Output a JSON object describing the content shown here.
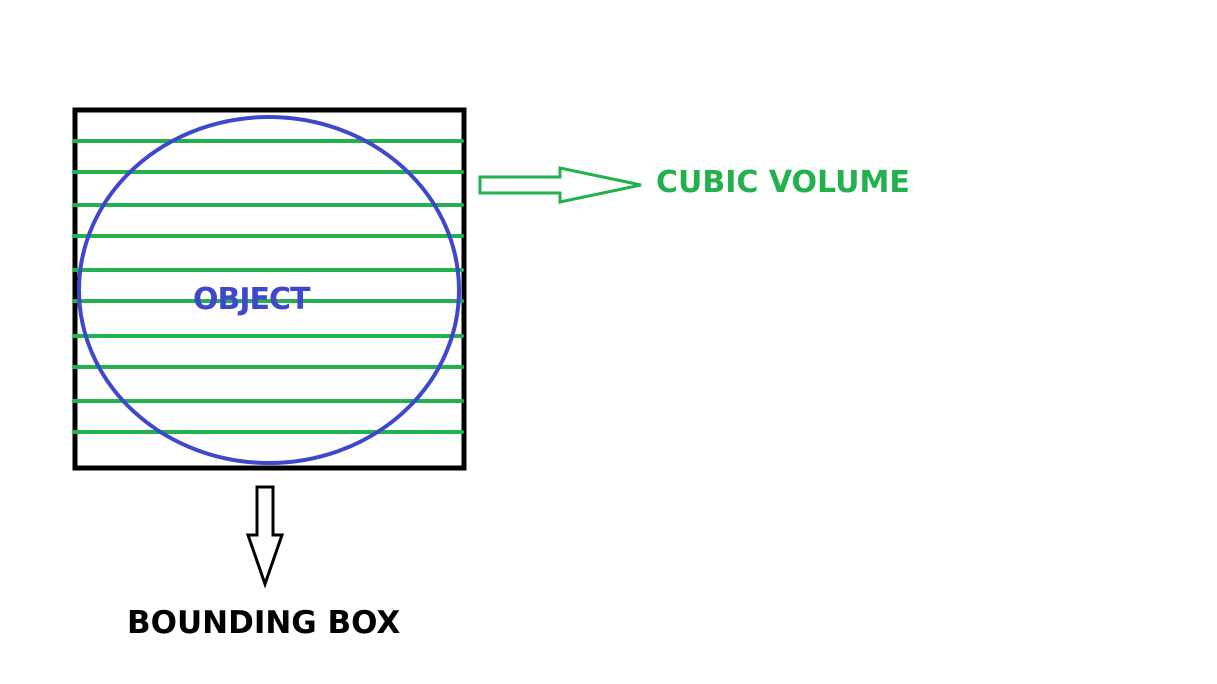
{
  "labels": {
    "cubic_volume": "CUBIC VOLUME",
    "object": "OBJECT",
    "bounding_box": "BOUNDING BOX"
  },
  "colors": {
    "volume": "#22b14c",
    "object": "#3f48cc",
    "box": "#000000"
  },
  "slice_count": 10
}
